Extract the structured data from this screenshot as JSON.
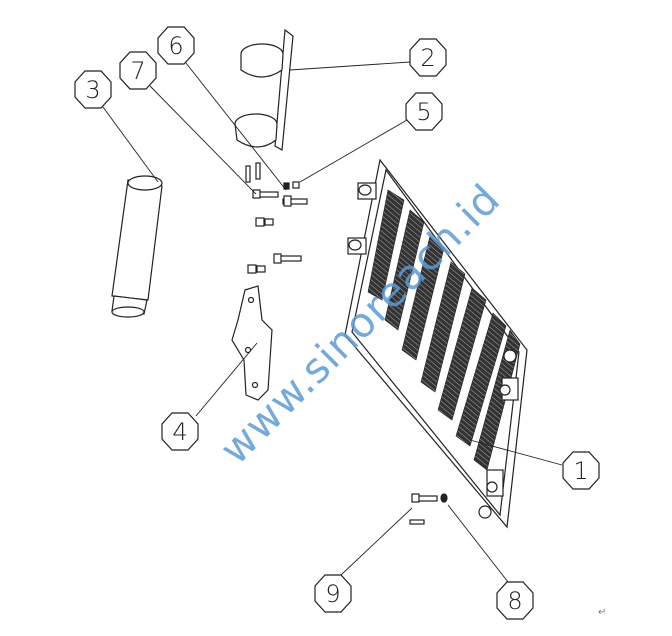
{
  "diagram": {
    "callouts": [
      {
        "label": "1",
        "part": "panel"
      },
      {
        "label": "2",
        "part": "pole-clamp-bracket"
      },
      {
        "label": "3",
        "part": "cylinder"
      },
      {
        "label": "4",
        "part": "mounting-plate"
      },
      {
        "label": "5",
        "part": "nut"
      },
      {
        "label": "6",
        "part": "washer"
      },
      {
        "label": "7",
        "part": "bolt"
      },
      {
        "label": "8",
        "part": "small-nut"
      },
      {
        "label": "9",
        "part": "screw"
      }
    ],
    "watermark": "www.sinoreach.id",
    "return_mark": "↵",
    "colors": {
      "line": "#222222",
      "watermark": "#5b9bd5"
    }
  }
}
